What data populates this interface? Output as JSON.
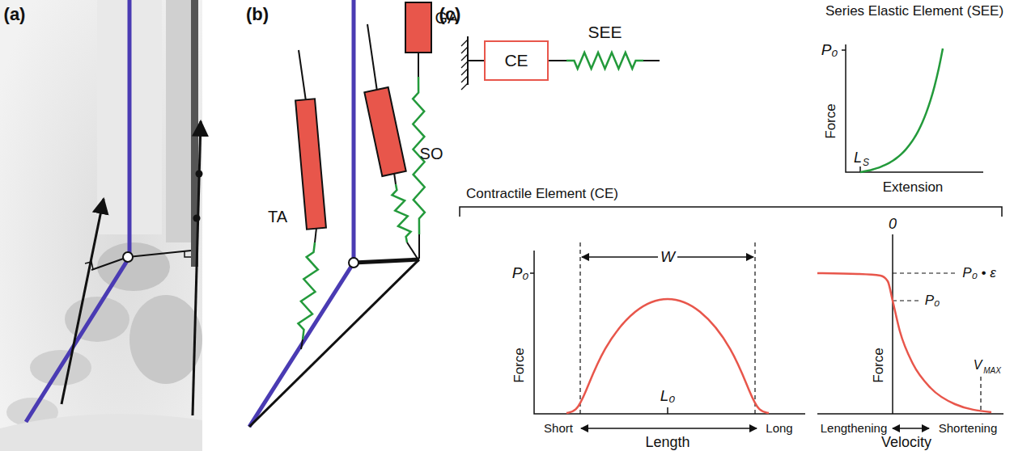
{
  "diagram": {
    "nodes": [
      {
        "text": [
          "CE"
        ]
      },
      {
        "text": [
          "SEE"
        ]
      }
    ],
    "edges": [
      {
        "from": 0,
        "to": 1,
        "arrow": "none"
      }
    ],
    "labels": [
      "(a)",
      "(b)",
      "(c)",
      "TA",
      "SO",
      "GA",
      "Series Elastic Element (SEE)",
      "P₀",
      "L",
      "S",
      "Force",
      "Extension",
      "Contractile Element (CE)",
      "P₀",
      "W",
      "Force",
      "L₀",
      "Short",
      "Long",
      "Length",
      "0",
      "P₀ • ε",
      "P₀",
      "Force",
      "V",
      "MAX",
      "Lengthening",
      "Shortening",
      "Velocity"
    ]
  }
}
